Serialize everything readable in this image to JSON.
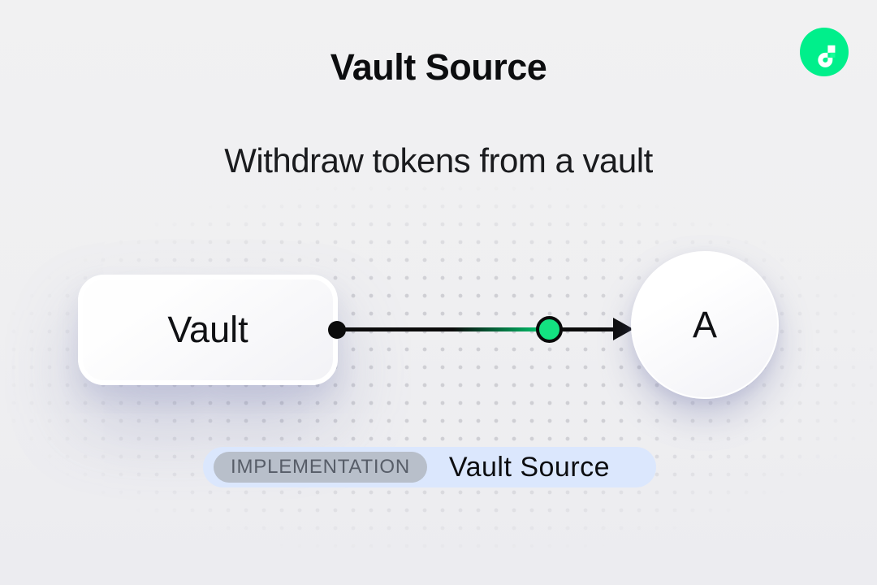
{
  "page": {
    "title": "Vault Source",
    "subtitle": "Withdraw tokens from a vault"
  },
  "logo": {
    "name": "Flow",
    "circle_color": "#00EF8B",
    "accent_color": "#16FF99",
    "glyph_color": "#FFFFFF"
  },
  "diagram": {
    "vault_node": {
      "label": "Vault"
    },
    "target_node": {
      "label": "A"
    },
    "connector": {
      "line_color": "#0B0B0B",
      "start_dot_color": "#0B0B0B",
      "mid_dot_color": "#13E281",
      "direction": "left-to-right"
    }
  },
  "badge": {
    "tag": "IMPLEMENTATION",
    "label": "Vault Source",
    "bg_color": "#DBE7FD",
    "tag_bg_color": "#B8BFCA",
    "tag_text_color": "#575D68"
  },
  "colors": {
    "background": "#EFEFF1",
    "dot_grid": "#CFCFD4",
    "text": "#0C0D0F",
    "shadow_tint": "#7176AC"
  }
}
